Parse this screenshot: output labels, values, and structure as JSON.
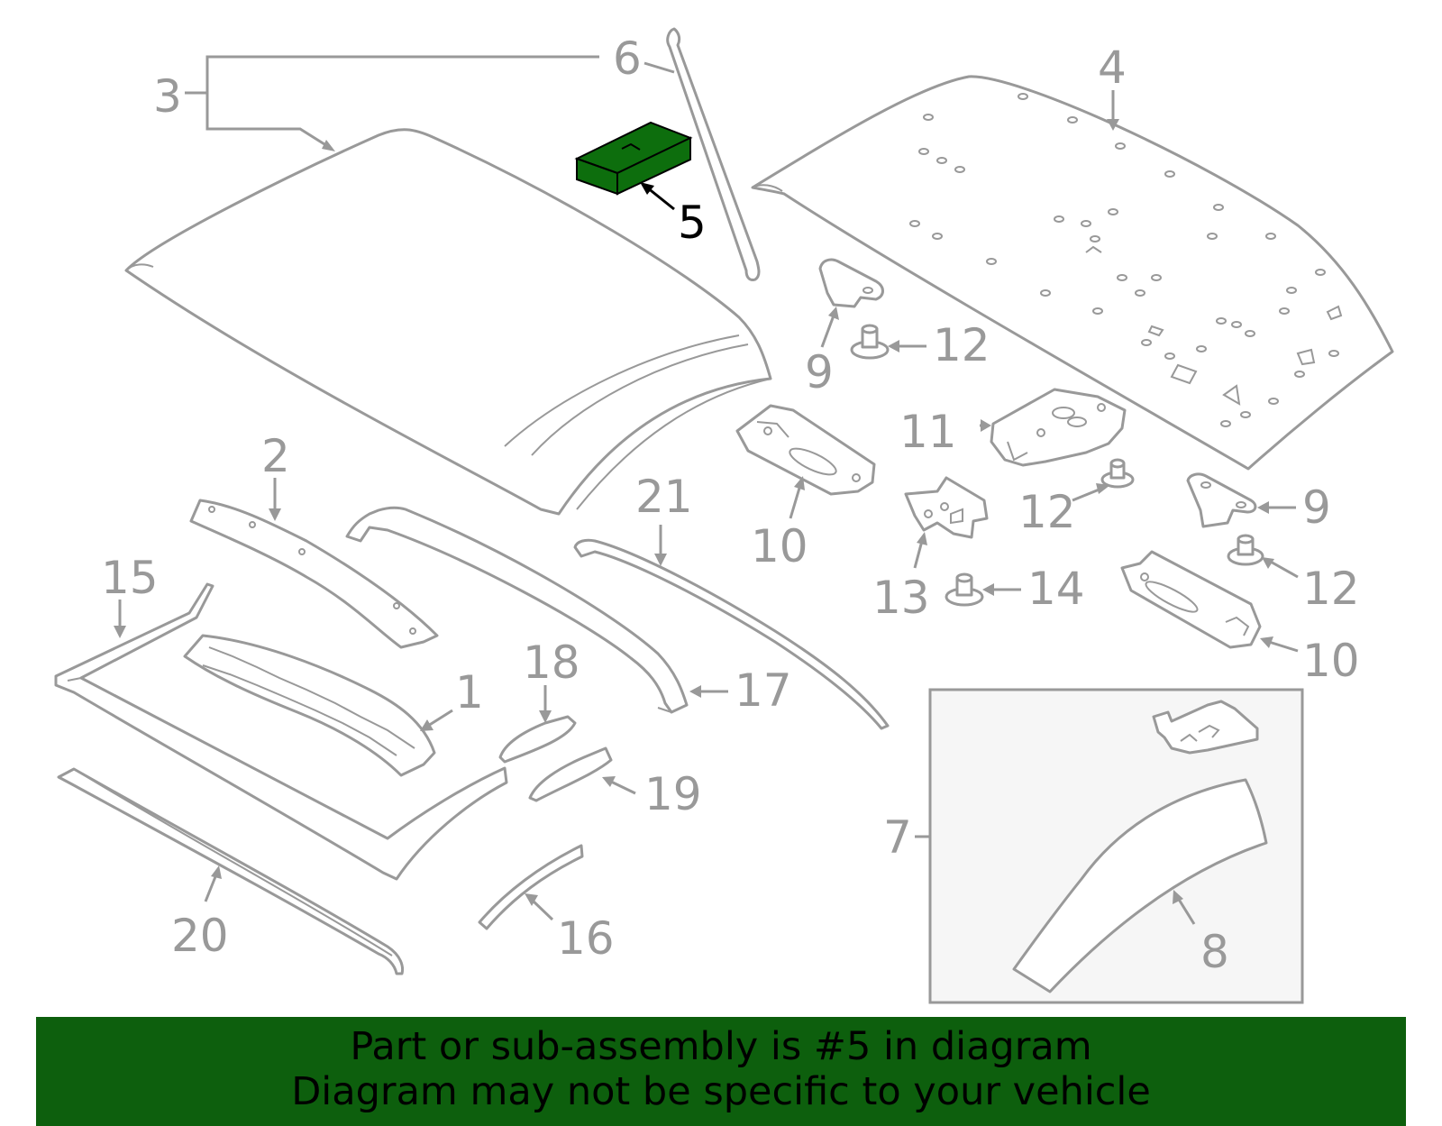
{
  "callouts": {
    "c1": "1",
    "c2": "2",
    "c3": "3",
    "c4": "4",
    "c5": "5",
    "c6": "6",
    "c7": "7",
    "c8": "8",
    "c9a": "9",
    "c9b": "9",
    "c10a": "10",
    "c10b": "10",
    "c11": "11",
    "c12a": "12",
    "c12b": "12",
    "c12c": "12",
    "c13": "13",
    "c14": "14",
    "c15": "15",
    "c16": "16",
    "c17": "17",
    "c18": "18",
    "c19": "19",
    "c20": "20",
    "c21": "21"
  },
  "highlighted_part": "5",
  "colors": {
    "highlight": "#0d6e0d",
    "banner": "#0d5f0d",
    "line": "#999999"
  },
  "banner": {
    "line1": "Part or sub-assembly is #5 in diagram",
    "line2": "Diagram may not be specific to your vehicle"
  }
}
